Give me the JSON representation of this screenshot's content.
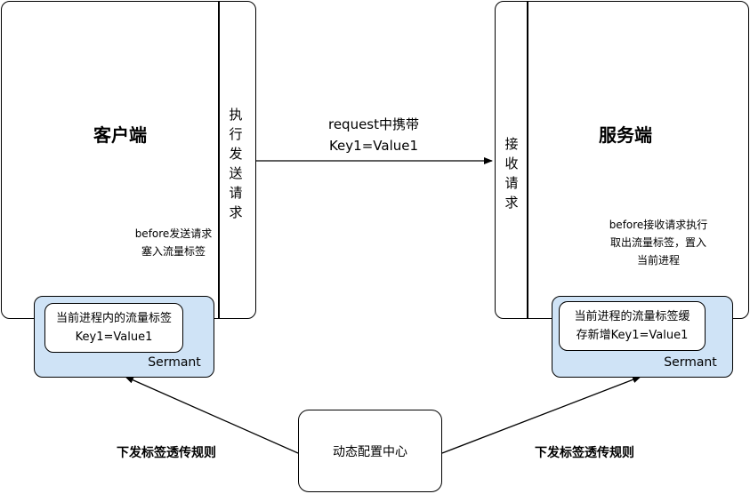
{
  "client": {
    "title": "客户端",
    "send_label": [
      "执",
      "行",
      "发",
      "送",
      "请",
      "求"
    ],
    "before_note": [
      "before发送请求",
      "塞入流量标签"
    ],
    "sermant": {
      "name": "Sermant",
      "inner_lines": [
        "当前进程内的流量标签",
        "Key1=Value1"
      ]
    }
  },
  "server": {
    "title": "服务端",
    "receive_label": [
      "接",
      "收",
      "请",
      "求"
    ],
    "before_note": [
      "before接收请求执行",
      "取出流量标签，置入",
      "当前进程"
    ],
    "sermant": {
      "name": "Sermant",
      "inner_lines": [
        "当前进程的流量标签缓",
        "存新增Key1=Value1"
      ]
    }
  },
  "request_label": [
    "request中携带",
    "Key1=Value1"
  ],
  "config_center": "动态配置中心",
  "rule_left": "下发标签透传规则",
  "rule_right": "下发标签透传规则"
}
